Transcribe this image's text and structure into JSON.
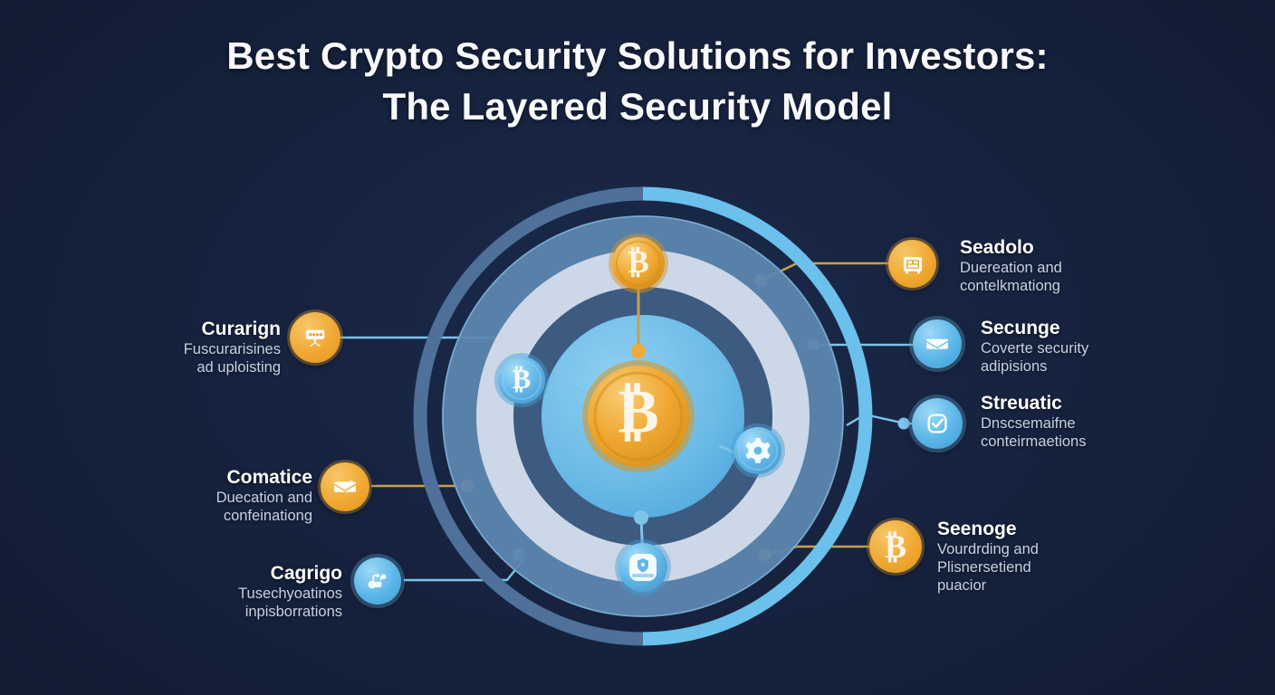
{
  "title": {
    "line1": "Best Crypto Security Solutions for Investors:",
    "line2": "The Layered Security Model"
  },
  "colors": {
    "background": "#17233f",
    "background_deep": "#121c33",
    "title_text": "#f7f9fc",
    "label_title": "#ffffff",
    "label_sub": "#c6d2e4",
    "gold": "#f0a832",
    "gold_light": "#f7c76a",
    "gold_dark": "#dd9620",
    "blue_bright": "#6bc0ec",
    "blue_mid": "#5ba9dc",
    "blue_muted": "#4a6f98",
    "ring_outer_left": "#4e7099",
    "ring_outer_right": "#6bc0ec",
    "ring_band_mid": "#5e87af",
    "ring_band_light": "#ccd8e8",
    "ring_band_dark": "#3d5a80",
    "ring_core": "#6cbbe6",
    "wire_blue": "#7ec4ea",
    "wire_gold": "#c9a14a"
  },
  "diagram": {
    "center_node": {
      "icon": "bitcoin-icon",
      "symbol": "₿"
    },
    "orbit_nodes": [
      {
        "id": "top",
        "icon": "bitcoin-icon",
        "symbol": "₿",
        "style": "gold"
      },
      {
        "id": "left",
        "icon": "bitcoin-icon",
        "symbol": "₿",
        "style": "blue"
      },
      {
        "id": "right",
        "icon": "gear-icon",
        "symbol": "⚙",
        "style": "blue"
      },
      {
        "id": "bottom",
        "icon": "shield-lock-icon",
        "symbol": "⛨",
        "style": "blue"
      }
    ],
    "rings": [
      {
        "id": "outer-ring",
        "label": "outermost split ring"
      },
      {
        "id": "band-mid",
        "label": "mid blue band"
      },
      {
        "id": "band-light",
        "label": "light band"
      },
      {
        "id": "band-dark",
        "label": "dark slate band"
      },
      {
        "id": "core-disc",
        "label": "core sky disc"
      }
    ]
  },
  "labels": {
    "left": [
      {
        "id": "curarign",
        "title": "Curarign",
        "subtitle": "Fuscurarisines\nad uploisting",
        "icon": "server-rack-icon",
        "icon_style": "gold",
        "wire_color": "#7ec4ea"
      },
      {
        "id": "comatice",
        "title": "Comatice",
        "subtitle": "Duecation and\nconfeinationg",
        "icon": "envelope-icon",
        "icon_style": "gold",
        "wire_color": "#c9a14a"
      },
      {
        "id": "cagrigo",
        "title": "Cagrigo",
        "subtitle": "Tusechyoatinos\ninpisborrations",
        "icon": "network-nodes-icon",
        "icon_style": "blue",
        "wire_color": "#7ec4ea"
      }
    ],
    "right": [
      {
        "id": "seadolo",
        "title": "Seadolo",
        "subtitle": "Duereation and\ncontelkmationg",
        "icon": "safe-vault-icon",
        "icon_style": "gold",
        "wire_color": "#c9a14a"
      },
      {
        "id": "secunge",
        "title": "Secunge",
        "subtitle": "Coverte security\nadipisions",
        "icon": "envelope-icon",
        "icon_style": "blue",
        "wire_color": "#7ec4ea"
      },
      {
        "id": "streuatic",
        "title": "Streuatic",
        "subtitle": "Dnscsemaifne\nconteirmaetions",
        "icon": "check-badge-icon",
        "icon_style": "blue",
        "wire_color": "#7ec4ea"
      },
      {
        "id": "seenoge",
        "title": "Seenoge",
        "subtitle": "Vourdrding and\nPlisnersetiend\npuacior",
        "icon": "bitcoin-icon",
        "icon_style": "gold",
        "wire_color": "#c9a14a"
      }
    ]
  }
}
